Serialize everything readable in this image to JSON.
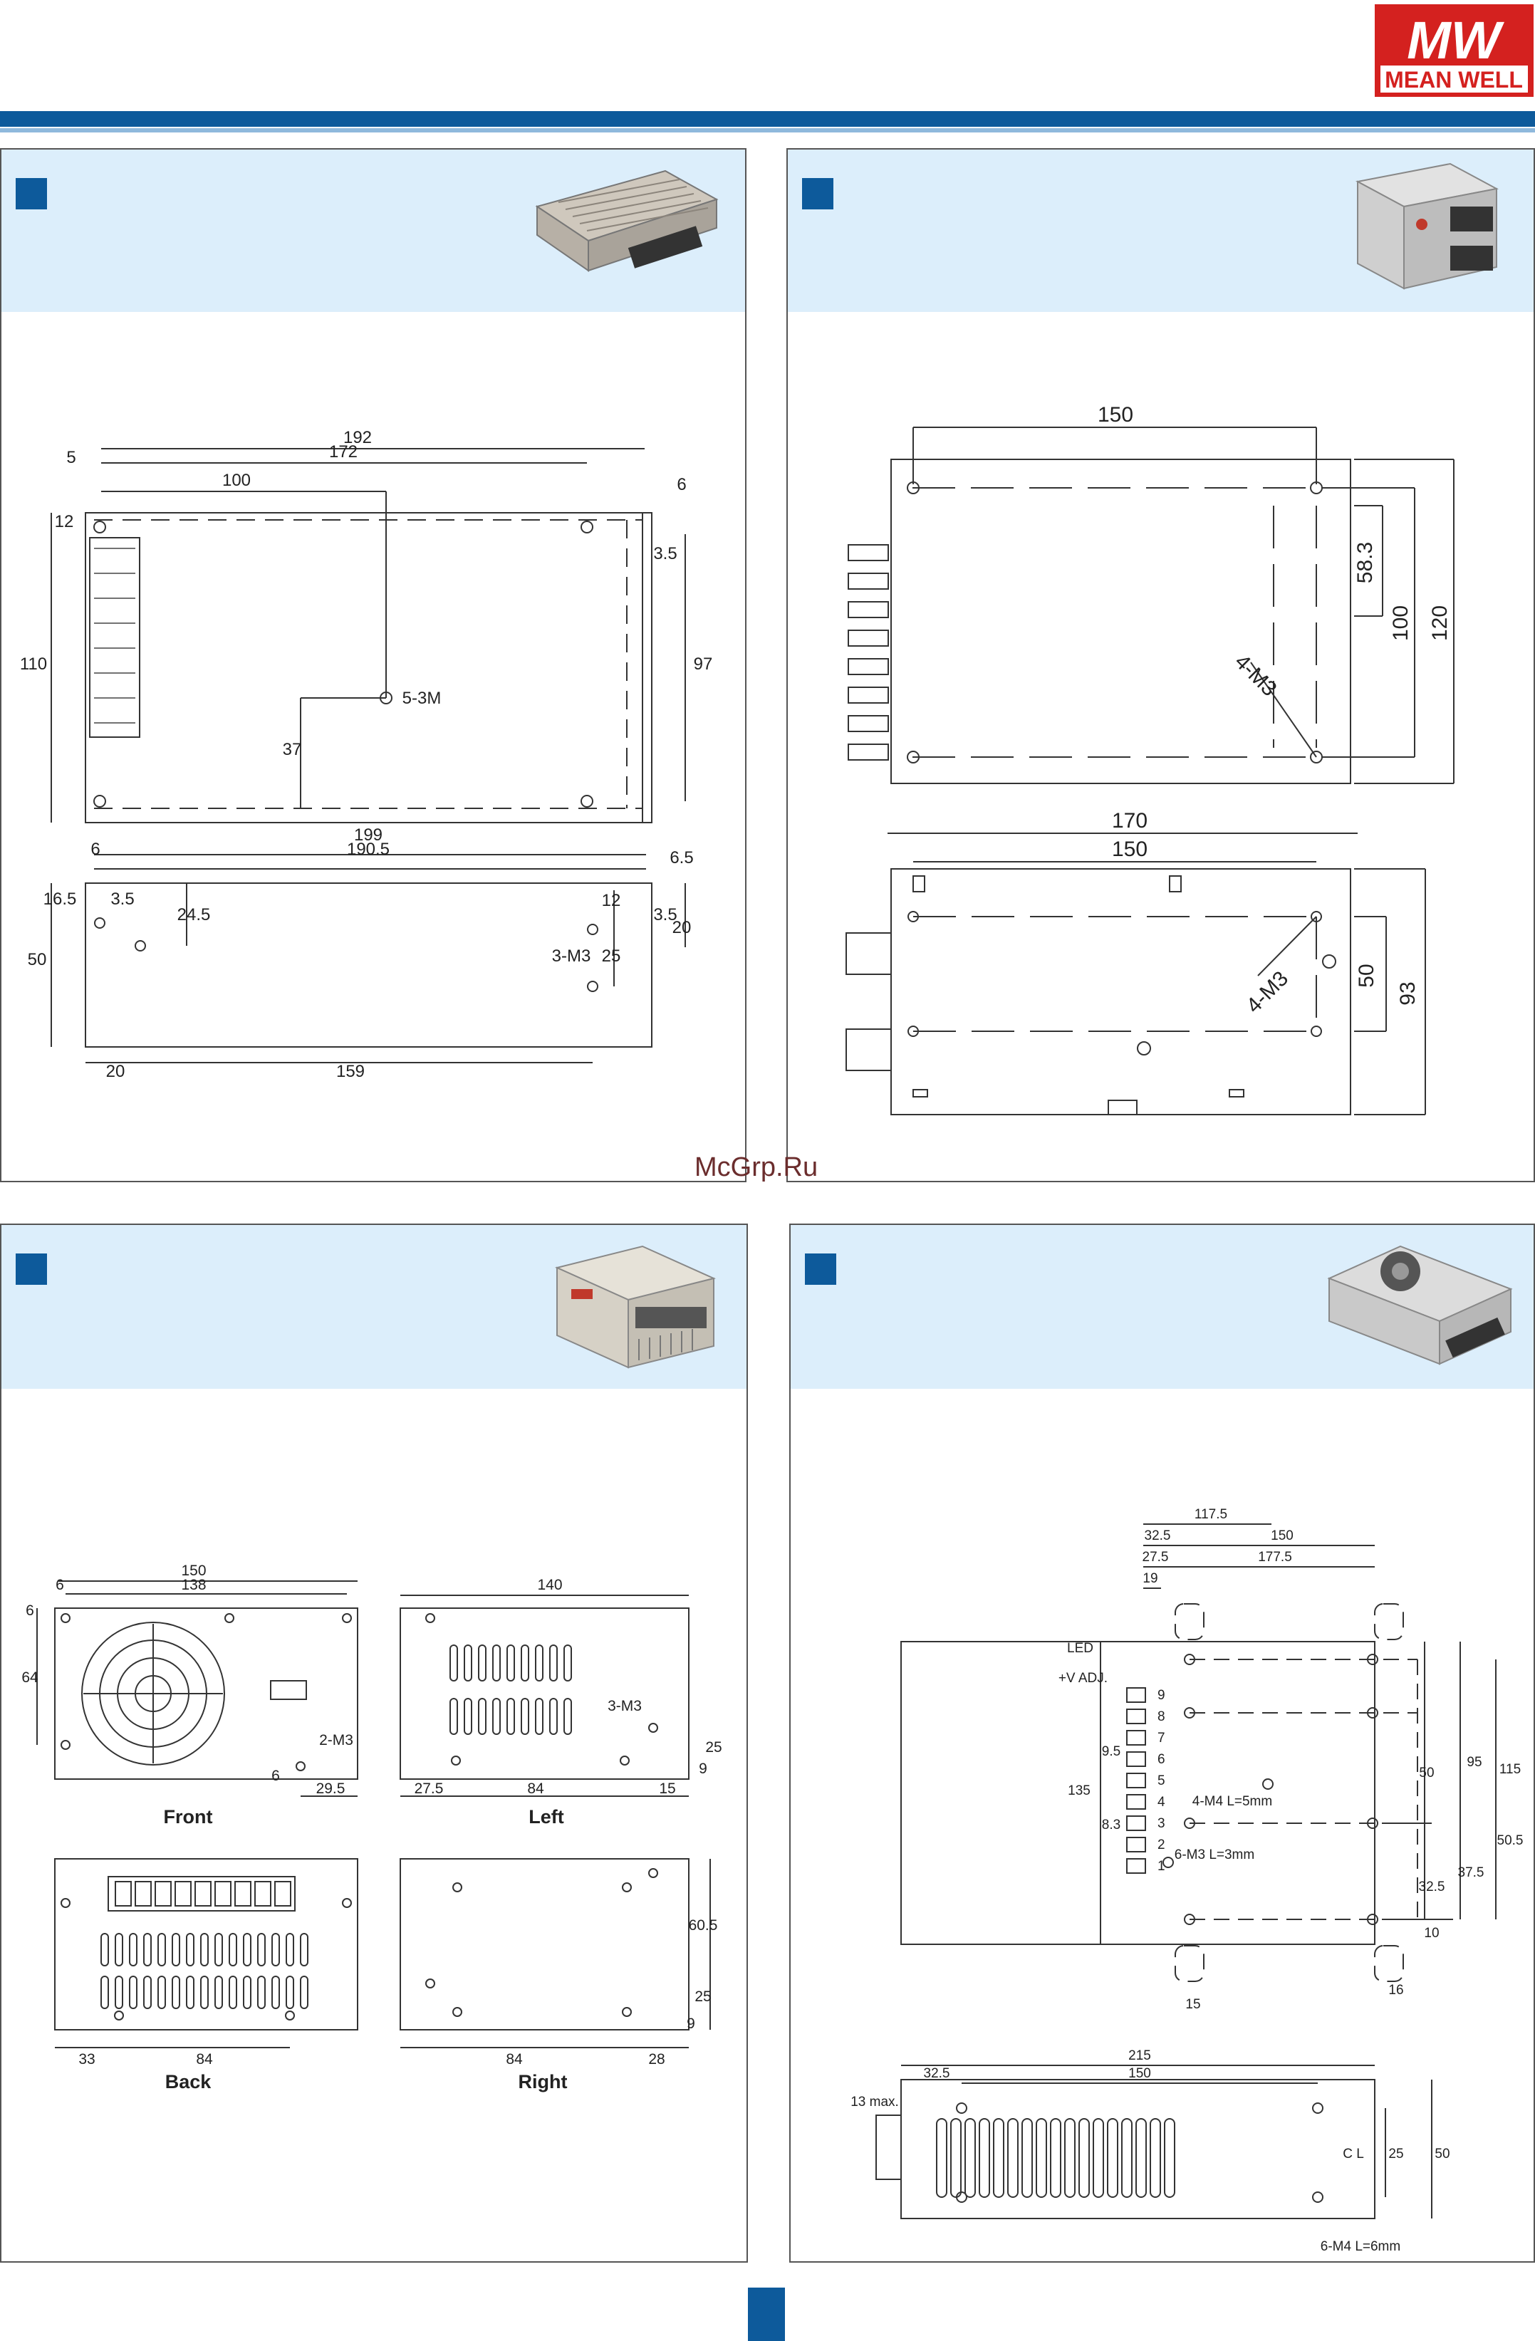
{
  "brand": {
    "name": "MEAN WELL",
    "mark": "MW"
  },
  "watermark": "McGrp.Ru",
  "panels": [
    {
      "id": "tl",
      "dims": [
        "192",
        "172",
        "100",
        "5",
        "12",
        "6",
        "3.5",
        "110",
        "97",
        "37",
        "5-3M",
        "199",
        "190.5",
        "6",
        "6.5",
        "16.5",
        "3.5",
        "24.5",
        "12",
        "3.5",
        "20",
        "25",
        "3-M3",
        "50",
        "20",
        "159"
      ]
    },
    {
      "id": "tr",
      "dims": [
        "150",
        "58.3",
        "100",
        "120",
        "4-M3",
        "170",
        "150",
        "4-M3",
        "50",
        "93"
      ]
    },
    {
      "id": "bl",
      "views": {
        "front": "Front",
        "left": "Left",
        "back": "Back",
        "right": "Right"
      },
      "dims": [
        "150",
        "138",
        "6",
        "6",
        "64",
        "2-M3",
        "6",
        "29.5",
        "140",
        "3-M3",
        "25",
        "27.5",
        "84",
        "15",
        "9",
        "60.5",
        "25",
        "9",
        "33",
        "84",
        "84",
        "28"
      ]
    },
    {
      "id": "br",
      "labels": {
        "led": "LED",
        "vadj": "+V ADJ.",
        "cl": "C L"
      },
      "terminals": [
        "9",
        "8",
        "7",
        "6",
        "5",
        "4",
        "3",
        "2",
        "1"
      ],
      "dims": [
        "117.5",
        "32.5",
        "150",
        "27.5",
        "177.5",
        "19",
        "135",
        "9.5",
        "8.3",
        "4-M4 L=5mm",
        "6-M3 L=3mm",
        "95",
        "50",
        "115",
        "37.5",
        "50.5",
        "32.5",
        "10",
        "16",
        "15",
        "215",
        "32.5",
        "150",
        "13 max.",
        "25",
        "50",
        "6-M4 L=6mm"
      ]
    }
  ]
}
